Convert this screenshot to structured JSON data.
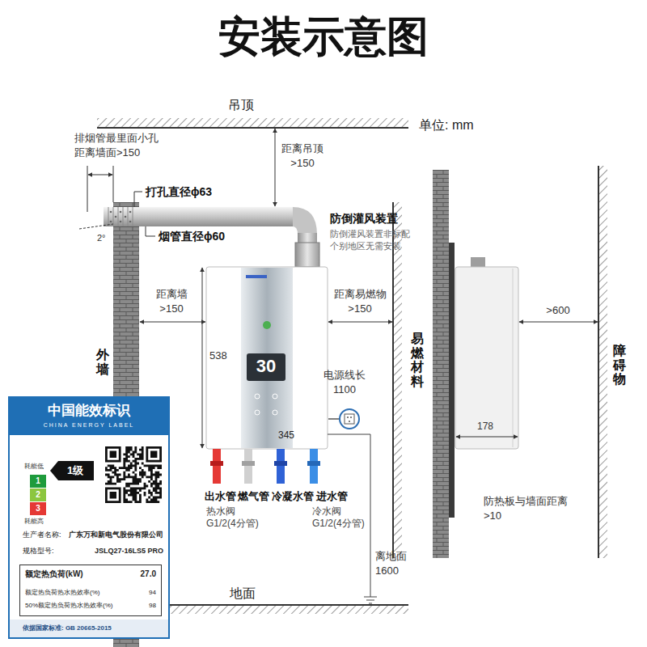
{
  "diagram": {
    "title": "安装示意图",
    "nodes": [
      {
        "text": [
          "中国能效标识",
          "CHINA ENERGY LABEL"
        ]
      },
      {
        "text": [
          "1"
        ],
        "in": 0
      },
      {
        "text": [
          "2"
        ],
        "in": 0
      },
      {
        "text": [
          "3"
        ],
        "in": 0
      },
      {
        "text": [
          "1级"
        ],
        "in": 0
      },
      {
        "text": [
          "额定热负荷(kW)",
          "27.0",
          "额定热负荷热水热效率(%)",
          "94",
          "50%额定热负荷热水热效率(%)",
          "98"
        ],
        "in": 0
      }
    ],
    "labels": [
      "吊顶",
      "单位: mm",
      "排烟管最里面小孔",
      "距离墙面>150",
      "打孔直径ϕ63",
      "烟管直径ϕ60",
      "2°",
      "距离吊顶",
      ">150",
      "防倒灌风装置",
      "防倒灌风装置非标配",
      "个别地区无需安装",
      "距离墙",
      ">150",
      "距离易燃物",
      ">150",
      "538",
      "外墙",
      "易燃材料",
      "障碍物",
      ">600",
      "178",
      "电源线长",
      "1100",
      "30",
      "345",
      "出水管",
      "燃气管",
      "冷凝水管",
      "进水管",
      "热水阀",
      "G1/2(4分管)",
      "冷水阀",
      "G1/2(4分管)",
      "防热板与墙面距离",
      ">10",
      "离地面",
      "1600",
      "地面",
      "耗能低",
      "耗能高",
      "生产者名称:",
      "广东万和新电气股份有限公司",
      "规格型号:",
      "JSLQ27-16LS5 PRO",
      "依据国家标准: GB 20665-2015"
    ]
  }
}
